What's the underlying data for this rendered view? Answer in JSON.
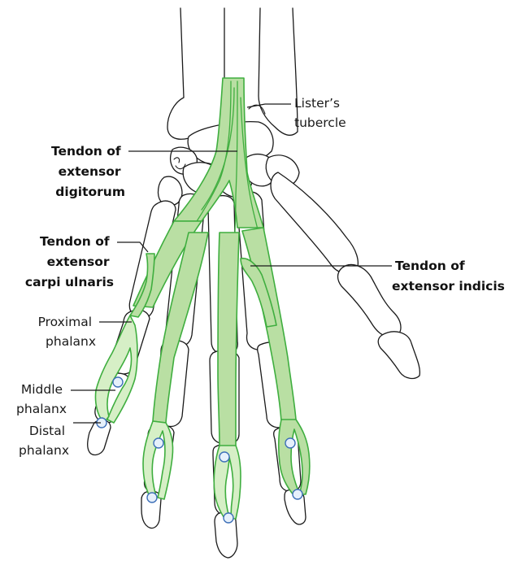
{
  "labels": {
    "listers_tubercle": [
      "Lister’s",
      "tubercle"
    ],
    "tendon_extensor_digitorum": [
      "Tendon of",
      "extensor",
      "digitorum"
    ],
    "tendon_extensor_carpi_ulnaris": [
      "Tendon of",
      "extensor",
      "carpi ulnaris"
    ],
    "tendon_extensor_indicis": [
      "Tendon of",
      "extensor indicis"
    ],
    "proximal_phalanx": [
      "Proximal",
      "phalanx"
    ],
    "middle_phalanx": [
      "Middle",
      "phalanx"
    ],
    "distal_phalanx": [
      "Distal",
      "phalanx"
    ]
  },
  "colors": {
    "tendon_fill": "#b9dfa3",
    "tendon_stroke": "#3fae3f",
    "node_fill": "#e6f0fb",
    "node_stroke": "#3d6fb8",
    "bone_stroke": "#1a1a1a"
  }
}
